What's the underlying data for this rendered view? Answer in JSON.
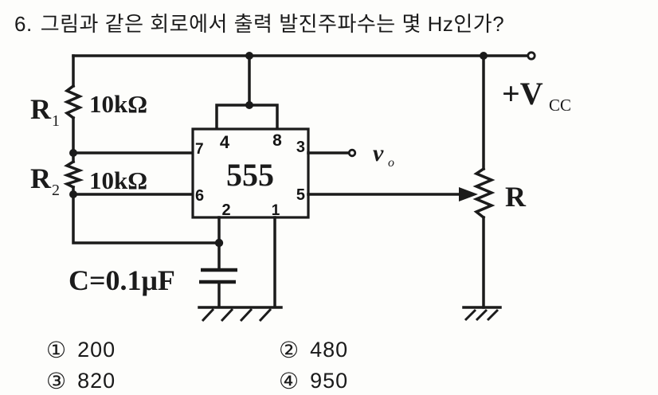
{
  "question": {
    "number": "6.",
    "text": "그림과 같은 회로에서 출력 발진주파수는 몇 Hz인가?"
  },
  "circuit": {
    "ic_label": "555",
    "pins": {
      "p1": "1",
      "p2": "2",
      "p3": "3",
      "p4": "4",
      "p5": "5",
      "p6": "6",
      "p7": "7",
      "p8": "8"
    },
    "r1_name": "R",
    "r1_sub": "1",
    "r1_value": "10kΩ",
    "r2_name": "R",
    "r2_sub": "2",
    "r2_value": "10kΩ",
    "cap_label": "C=0.1μF",
    "vcc_name": "+V",
    "vcc_sub": "CC",
    "output_name": "v",
    "output_sub": "o",
    "pot_name": "R",
    "ink_color": "#1b1b1b",
    "paper_color": "#fdfdfb"
  },
  "options": [
    {
      "marker": "①",
      "value": "200"
    },
    {
      "marker": "②",
      "value": "480"
    },
    {
      "marker": "③",
      "value": "820"
    },
    {
      "marker": "④",
      "value": "950"
    }
  ]
}
